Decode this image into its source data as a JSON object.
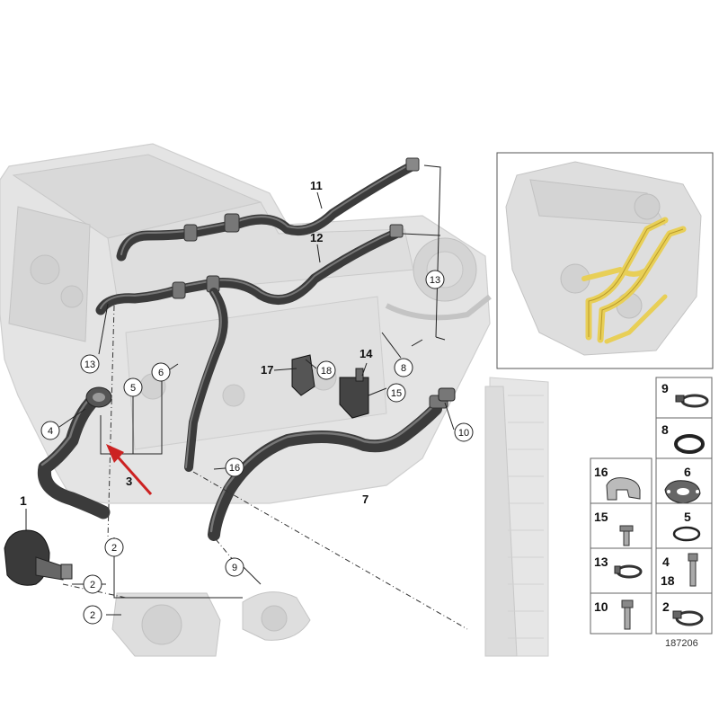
{
  "parts": {
    "p1": "1",
    "p2": "2",
    "p3": "3",
    "p4": "4",
    "p5": "5",
    "p6": "6",
    "p7": "7",
    "p8": "8",
    "p9": "9",
    "p10": "10",
    "p11": "11",
    "p12": "12",
    "p13": "13",
    "p14": "14",
    "p15": "15",
    "p16": "16",
    "p17": "17",
    "p18": "18"
  },
  "legend": {
    "r1_left": "9",
    "r2_left": "8",
    "r3_left": "16",
    "r3_right": "6",
    "r4_left": "15",
    "r4_right": "5",
    "r5_left": "13",
    "r5_right_top": "4",
    "r5_right_bottom": "18",
    "r6_left": "10",
    "r6_right": "2"
  },
  "figure_number": "187206",
  "colors": {
    "hose": "#3b3b3b",
    "engine": "#dcdcdc",
    "highlight_pipe": "#e8cf57",
    "arrow": "#cc2222"
  }
}
